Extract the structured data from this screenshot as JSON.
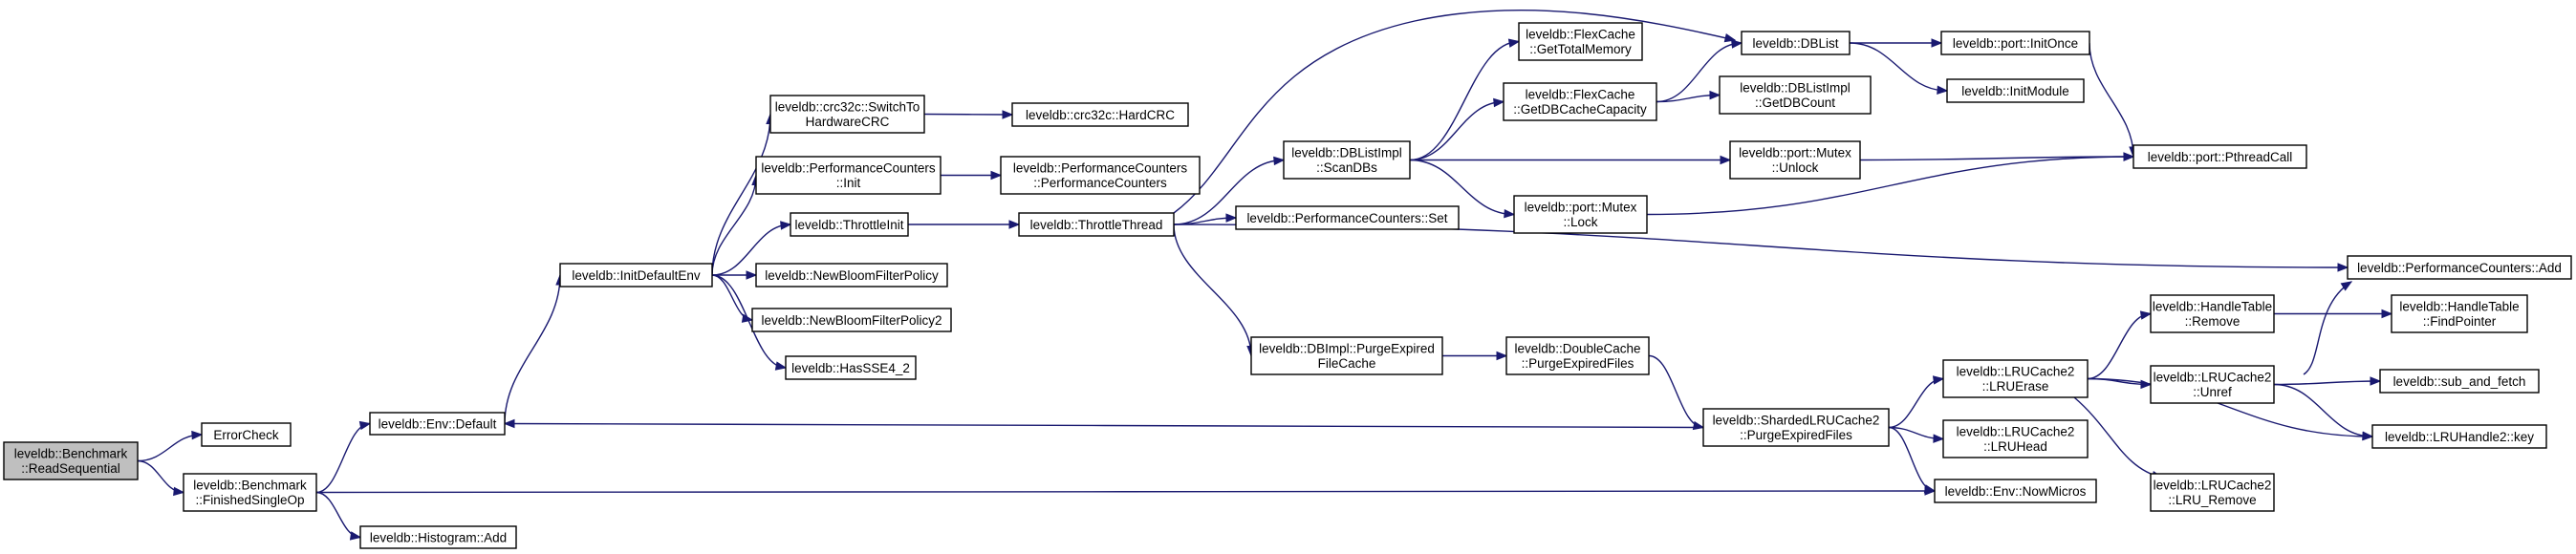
{
  "graph": {
    "edge_color": "#191970",
    "node_border_color": "#000000",
    "root_fill": "#bfbfbf",
    "node_fill": "#ffffff",
    "nodes": [
      {
        "id": "root",
        "lines": [
          "leveldb::Benchmark",
          "::ReadSequential"
        ],
        "root": true
      },
      {
        "id": "errorcheck",
        "lines": [
          "ErrorCheck"
        ]
      },
      {
        "id": "finished",
        "lines": [
          "leveldb::Benchmark",
          "::FinishedSingleOp"
        ]
      },
      {
        "id": "envdefault",
        "lines": [
          "leveldb::Env::Default"
        ]
      },
      {
        "id": "histadd",
        "lines": [
          "leveldb::Histogram::Add"
        ]
      },
      {
        "id": "initdefault",
        "lines": [
          "leveldb::InitDefaultEnv"
        ]
      },
      {
        "id": "switchcrc",
        "lines": [
          "leveldb::crc32c::SwitchTo",
          "HardwareCRC"
        ]
      },
      {
        "id": "pcinit",
        "lines": [
          "leveldb::PerformanceCounters",
          "::Init"
        ]
      },
      {
        "id": "throttleinit",
        "lines": [
          "leveldb::ThrottleInit"
        ]
      },
      {
        "id": "newbloom",
        "lines": [
          "leveldb::NewBloomFilterPolicy"
        ]
      },
      {
        "id": "newbloom2",
        "lines": [
          "leveldb::NewBloomFilterPolicy2"
        ]
      },
      {
        "id": "hassse",
        "lines": [
          "leveldb::HasSSE4_2"
        ]
      },
      {
        "id": "hardcrc",
        "lines": [
          "leveldb::crc32c::HardCRC"
        ]
      },
      {
        "id": "pcpc",
        "lines": [
          "leveldb::PerformanceCounters",
          "::PerformanceCounters"
        ]
      },
      {
        "id": "throttlethread",
        "lines": [
          "leveldb::ThrottleThread"
        ]
      },
      {
        "id": "scandbs",
        "lines": [
          "leveldb::DBListImpl",
          "::ScanDBs"
        ]
      },
      {
        "id": "pcset",
        "lines": [
          "leveldb::PerformanceCounters::Set"
        ]
      },
      {
        "id": "purgefilecache",
        "lines": [
          "leveldb::DBImpl::PurgeExpired",
          "FileCache"
        ]
      },
      {
        "id": "flextotal",
        "lines": [
          "leveldb::FlexCache",
          "::GetTotalMemory"
        ]
      },
      {
        "id": "flexdbcap",
        "lines": [
          "leveldb::FlexCache",
          "::GetDBCacheCapacity"
        ]
      },
      {
        "id": "mutexlock",
        "lines": [
          "leveldb::port::Mutex",
          "::Lock"
        ]
      },
      {
        "id": "dcpurge",
        "lines": [
          "leveldb::DoubleCache",
          "::PurgeExpiredFiles"
        ]
      },
      {
        "id": "dblist",
        "lines": [
          "leveldb::DBList"
        ]
      },
      {
        "id": "getdbcount",
        "lines": [
          "leveldb::DBListImpl",
          "::GetDBCount"
        ]
      },
      {
        "id": "mutexunlock",
        "lines": [
          "leveldb::port::Mutex",
          "::Unlock"
        ]
      },
      {
        "id": "shardedpurge",
        "lines": [
          "leveldb::ShardedLRUCache2",
          "::PurgeExpiredFiles"
        ]
      },
      {
        "id": "initonce",
        "lines": [
          "leveldb::port::InitOnce"
        ]
      },
      {
        "id": "initmodule",
        "lines": [
          "leveldb::InitModule"
        ]
      },
      {
        "id": "lruerase",
        "lines": [
          "leveldb::LRUCache2",
          "::LRUErase"
        ]
      },
      {
        "id": "lruhead",
        "lines": [
          "leveldb::LRUCache2",
          "::LRUHead"
        ]
      },
      {
        "id": "nowmicros",
        "lines": [
          "leveldb::Env::NowMicros"
        ]
      },
      {
        "id": "htremove",
        "lines": [
          "leveldb::HandleTable",
          "::Remove"
        ]
      },
      {
        "id": "unref",
        "lines": [
          "leveldb::LRUCache2",
          "::Unref"
        ]
      },
      {
        "id": "lruremove",
        "lines": [
          "leveldb::LRUCache2",
          "::LRU_Remove"
        ]
      },
      {
        "id": "pthreadcall",
        "lines": [
          "leveldb::port::PthreadCall"
        ]
      },
      {
        "id": "pcadd",
        "lines": [
          "leveldb::PerformanceCounters::Add"
        ]
      },
      {
        "id": "findpointer",
        "lines": [
          "leveldb::HandleTable",
          "::FindPointer"
        ]
      },
      {
        "id": "subfetch",
        "lines": [
          "leveldb::sub_and_fetch"
        ]
      },
      {
        "id": "handlekey",
        "lines": [
          "leveldb::LRUHandle2::key"
        ]
      }
    ],
    "edges": [
      [
        "root",
        "errorcheck"
      ],
      [
        "root",
        "finished"
      ],
      [
        "finished",
        "envdefault"
      ],
      [
        "finished",
        "histadd"
      ],
      [
        "finished",
        "nowmicros"
      ],
      [
        "envdefault",
        "initdefault"
      ],
      [
        "initdefault",
        "switchcrc"
      ],
      [
        "initdefault",
        "pcinit"
      ],
      [
        "initdefault",
        "throttleinit"
      ],
      [
        "initdefault",
        "newbloom"
      ],
      [
        "initdefault",
        "newbloom2"
      ],
      [
        "initdefault",
        "hassse"
      ],
      [
        "switchcrc",
        "hardcrc"
      ],
      [
        "pcinit",
        "pcpc"
      ],
      [
        "throttleinit",
        "throttlethread"
      ],
      [
        "throttlethread",
        "dblist"
      ],
      [
        "throttlethread",
        "scandbs"
      ],
      [
        "throttlethread",
        "pcset"
      ],
      [
        "throttlethread",
        "pcadd"
      ],
      [
        "throttlethread",
        "purgefilecache"
      ],
      [
        "scandbs",
        "flextotal"
      ],
      [
        "scandbs",
        "flexdbcap"
      ],
      [
        "scandbs",
        "mutexunlock"
      ],
      [
        "scandbs",
        "mutexlock"
      ],
      [
        "flexdbcap",
        "dblist"
      ],
      [
        "flexdbcap",
        "getdbcount"
      ],
      [
        "dblist",
        "initonce"
      ],
      [
        "dblist",
        "initmodule"
      ],
      [
        "initonce",
        "pthreadcall"
      ],
      [
        "mutexunlock",
        "pthreadcall"
      ],
      [
        "mutexlock",
        "pthreadcall"
      ],
      [
        "purgefilecache",
        "dcpurge"
      ],
      [
        "dcpurge",
        "shardedpurge"
      ],
      [
        "shardedpurge",
        "envdefault"
      ],
      [
        "shardedpurge",
        "lruerase"
      ],
      [
        "shardedpurge",
        "lruhead"
      ],
      [
        "shardedpurge",
        "nowmicros"
      ],
      [
        "lruerase",
        "htremove"
      ],
      [
        "lruerase",
        "unref"
      ],
      [
        "lruerase",
        "lruremove"
      ],
      [
        "lruerase",
        "handlekey"
      ],
      [
        "htremove",
        "findpointer"
      ],
      [
        "unref",
        "pcadd"
      ],
      [
        "unref",
        "subfetch"
      ],
      [
        "unref",
        "handlekey"
      ]
    ]
  }
}
